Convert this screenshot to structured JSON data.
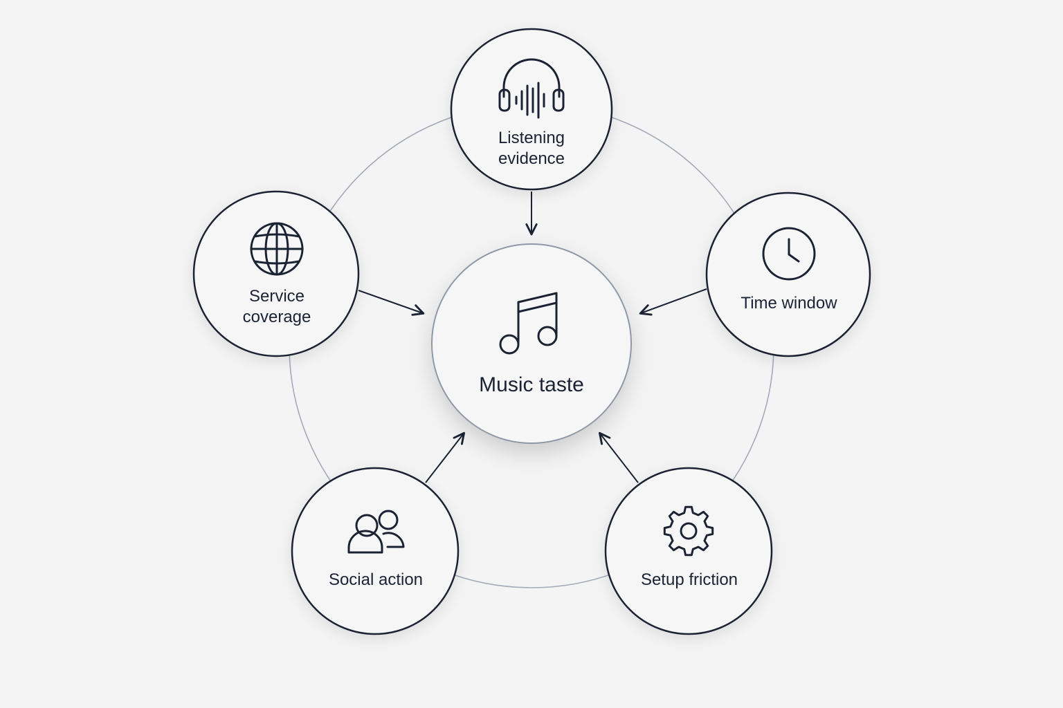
{
  "center": {
    "label": "Music taste",
    "icon": "music-note-icon"
  },
  "nodes": [
    {
      "id": "listening",
      "lines": [
        "Listening",
        "evidence"
      ],
      "icon": "headphones-icon"
    },
    {
      "id": "time",
      "lines": [
        "Time window"
      ],
      "icon": "clock-icon"
    },
    {
      "id": "setup",
      "lines": [
        "Setup friction"
      ],
      "icon": "gear-icon"
    },
    {
      "id": "social",
      "lines": [
        "Social action"
      ],
      "icon": "users-icon"
    },
    {
      "id": "service",
      "lines": [
        "Service",
        "coverage"
      ],
      "icon": "globe-icon"
    }
  ],
  "colors": {
    "background": "#f4f4f5",
    "stroke": "#1a2233",
    "ring": "#a3aab6",
    "center_border": "#8f98a6",
    "node_fill": "#f6f6f7"
  }
}
